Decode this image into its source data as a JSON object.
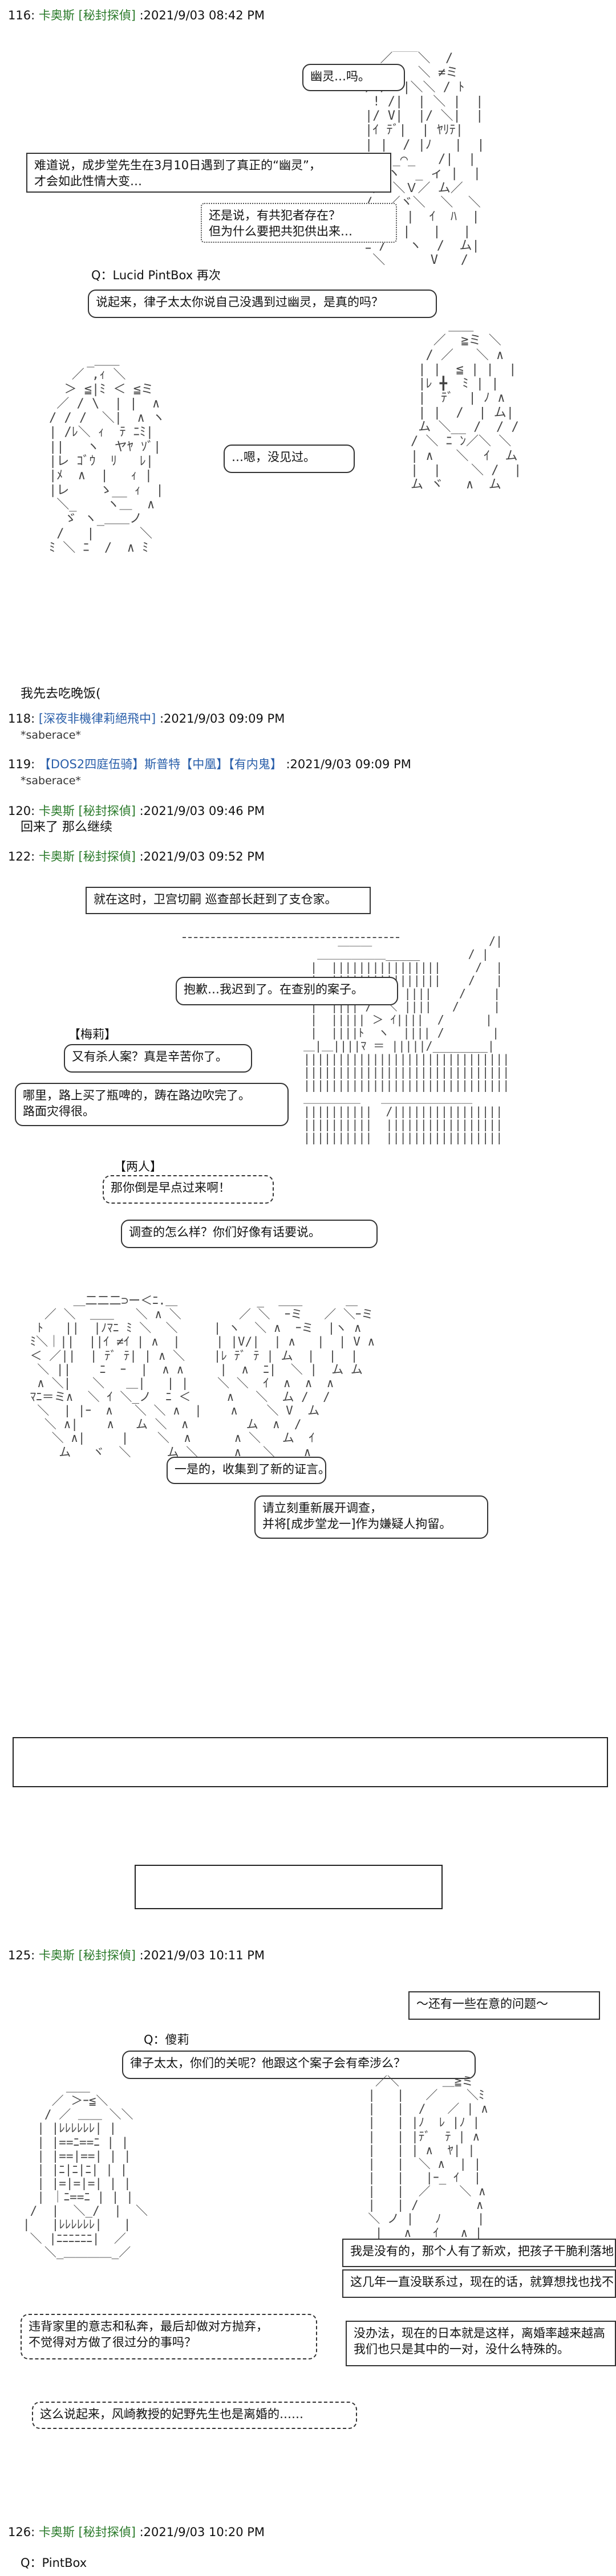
{
  "posts": [
    {
      "num": "116:",
      "name": "卡奥斯 [秘封探偵]",
      "date": ":2021/9/03 08:42 PM"
    },
    {
      "num": "118:",
      "name": "[深夜非機律莉絕飛中]",
      "date": ":2021/9/03 09:09 PM"
    },
    {
      "num": "119:",
      "name": "【DOS2四庭伍骑】斯普特【中凰】【有内鬼】",
      "date": ":2021/9/03 09:09 PM"
    },
    {
      "num": "120:",
      "name": "卡奥斯 [秘封探偵]",
      "date": ":2021/9/03 09:46 PM"
    },
    {
      "num": "122:",
      "name": "卡奥斯 [秘封探偵]",
      "date": ":2021/9/03 09:52 PM"
    },
    {
      "num": "125:",
      "name": "卡奥斯 [秘封探偵]",
      "date": ":2021/9/03 10:11 PM"
    },
    {
      "num": "126:",
      "name": "卡奥斯 [秘封探偵]",
      "date": ":2021/9/03 10:20 PM"
    }
  ],
  "p116": {
    "b1": "幽灵…吗。",
    "b2": "难道说，成步堂先生在3月10日遇到了真正的“幽灵”，\n才会如此性情大变…",
    "b3": "还是说，有共犯者存在？\n但为什么要把共犯供出来…",
    "qlabel": "Q：Lucid  PintBox  再次",
    "b4": "说起来，律子太太你说自己没遇到过幽灵，是真的吗？",
    "b5": "…嗯，没见过。",
    "footer": "我先去吃晚饭("
  },
  "p118": {
    "text": "*saberace*"
  },
  "p119": {
    "text": "*saberace*"
  },
  "p120": {
    "text": "回来了 那么继续"
  },
  "p122": {
    "b1": "就在这时，卫宫切嗣 巡查部长赶到了支仓家。",
    "b2": "抱歉…我迟到了。在查别的案子。",
    "label1": "【梅莉】",
    "b3": "又有杀人案？真是辛苦你了。",
    "b4": "哪里，路上买了瓶啤的，踌在路边吹完了。\n路面灾得很。",
    "label2": "【两人】",
    "b5": "那你倒是早点过来啊！",
    "b6": "调查的怎么样？你们好像有话要说。",
    "b7": "一是的，收集到了新的证言。",
    "b8": "请立刻重新展开调查，\n并将[成步堂龙一]作为嫌疑人拘留。"
  },
  "p125": {
    "header_box": "～还有一些在意的问题～",
    "qlabel": "Q：傻莉",
    "b1": "律子太太，你们的关呢？他跟这个案子会有牵涉么？",
    "b2": "我是没有的，那个人有了新欢，把孩子干脆利落地",
    "b3": "这几年一直没联系过，现在的话，就算想找也找不",
    "b4": "违背家里的意志和私奔，最后却做对方抛弃，\n不觉得对方做了很过分的事吗？",
    "b5": "没办法，现在的日本就是这样，离婚率越来越高\n我们也只是其中的一对，没什么特殊的。",
    "b6": "这么说起来，风崎教授的妃野先生也是离婚的……"
  },
  "p126": {
    "qlabel": "Q：PintBox"
  }
}
